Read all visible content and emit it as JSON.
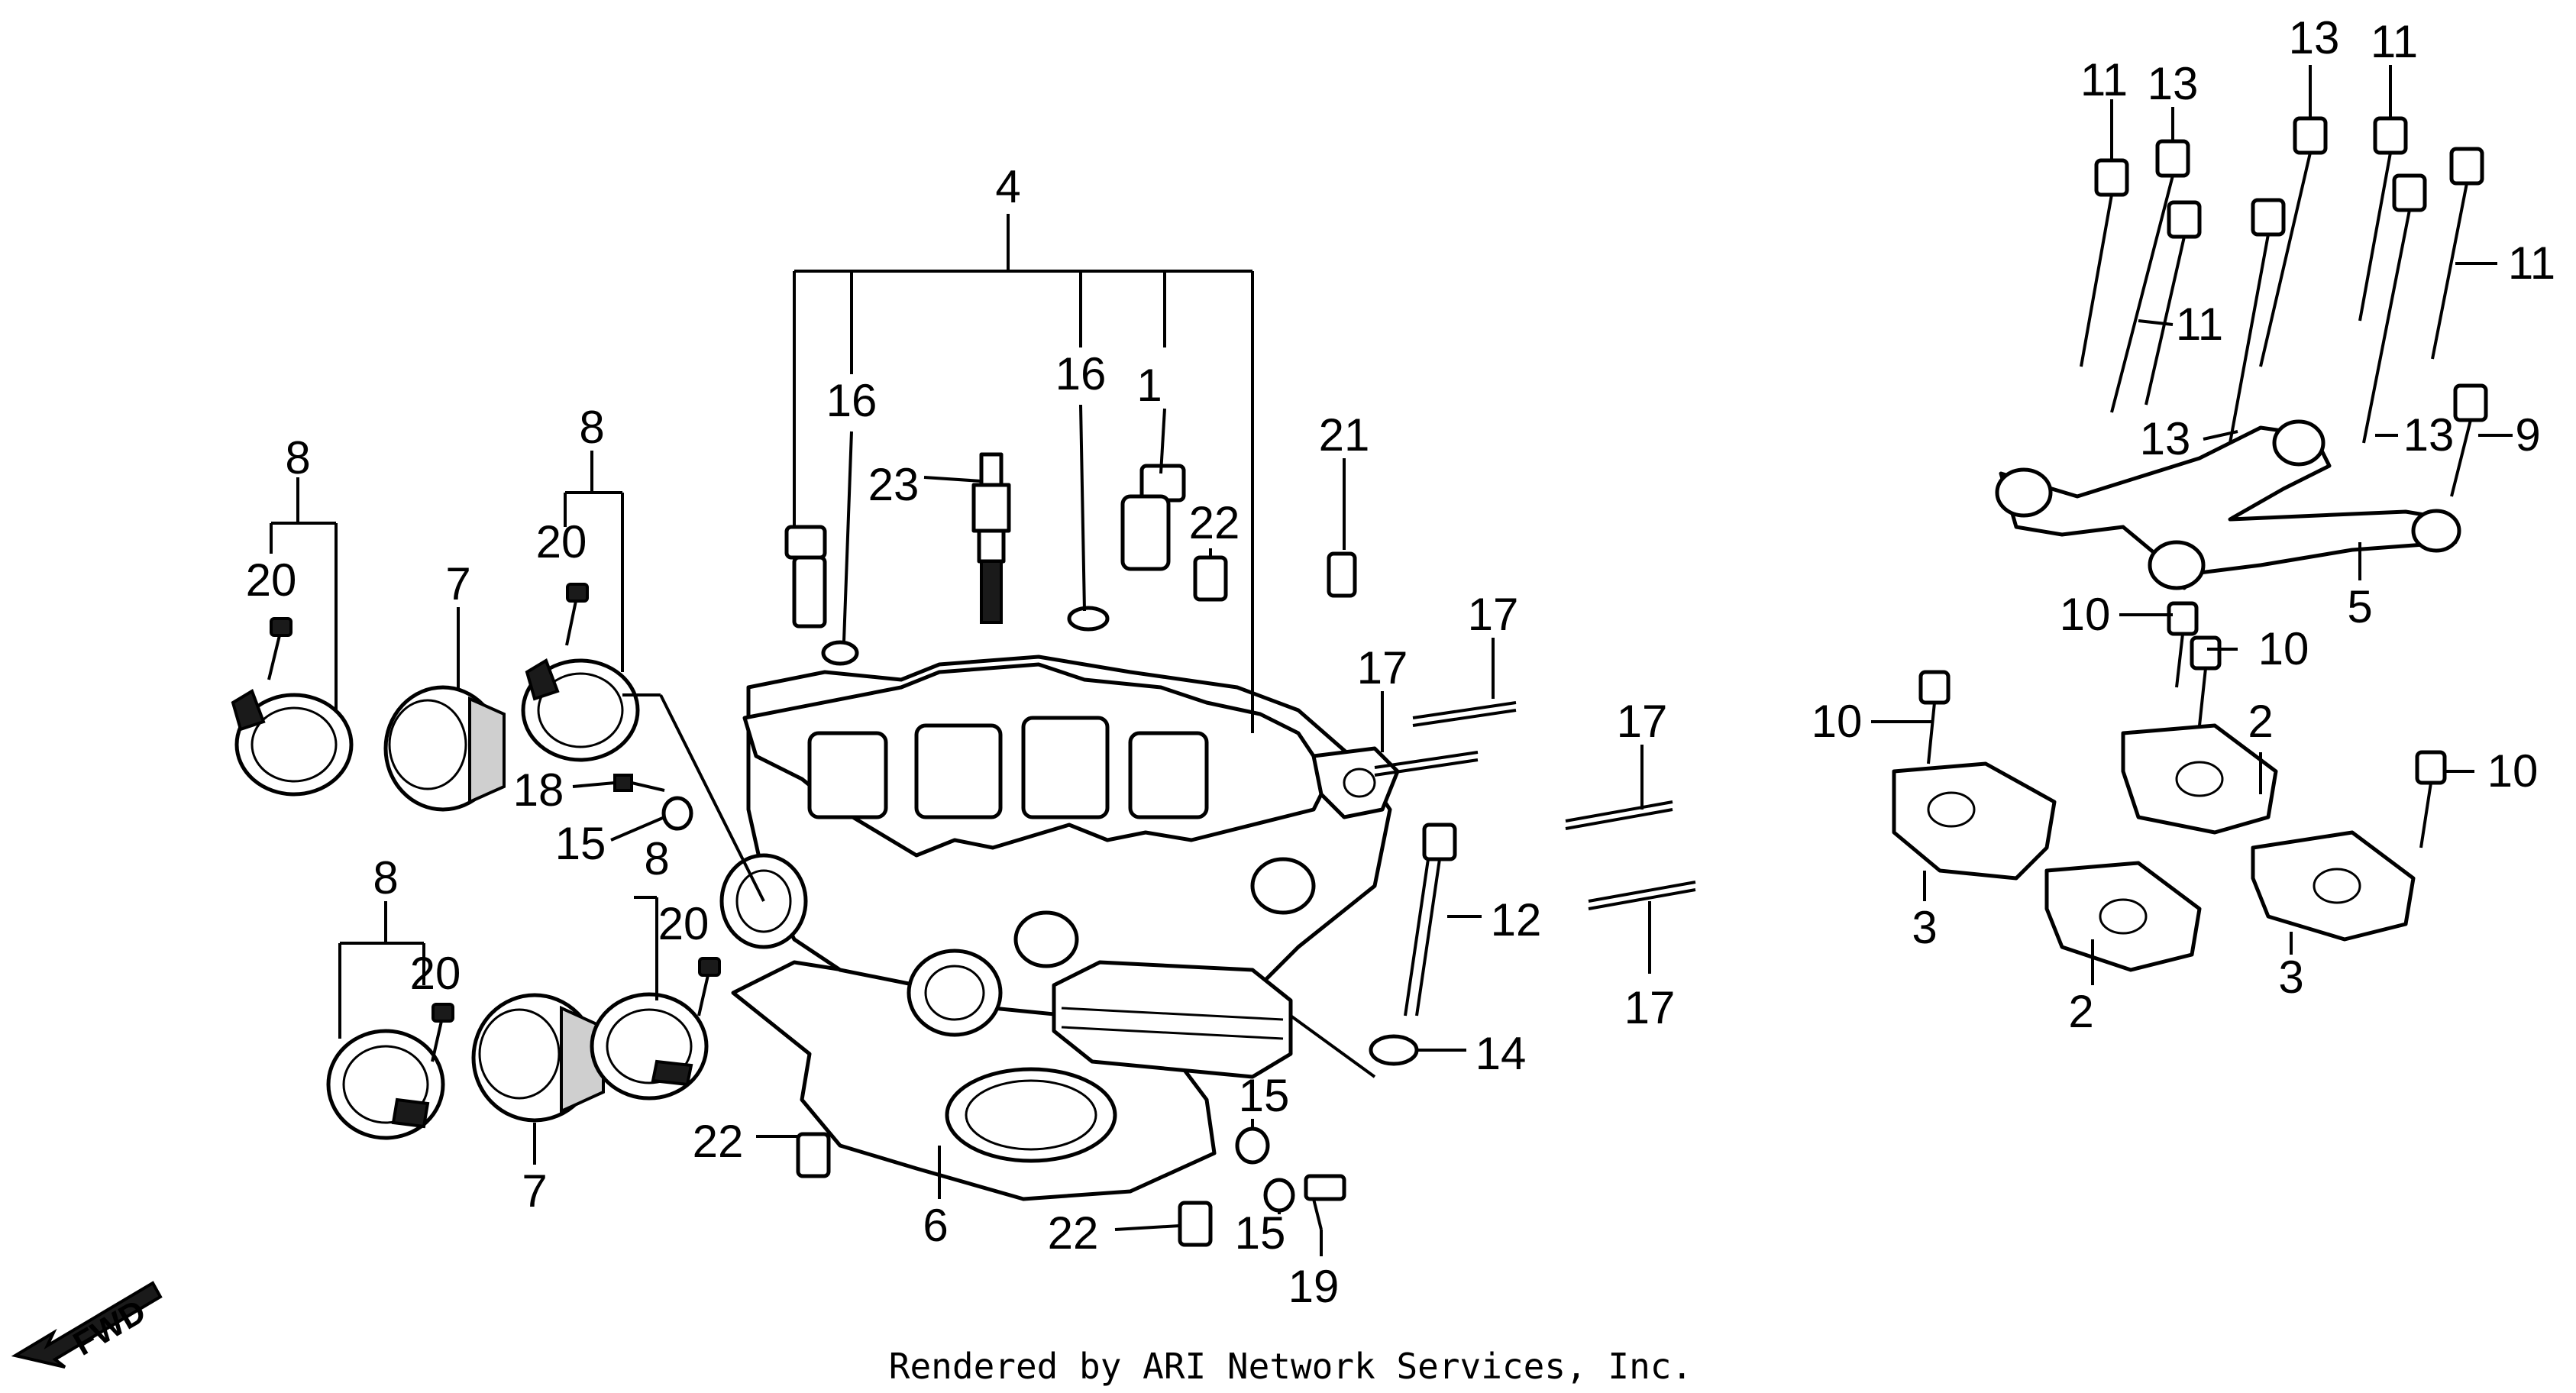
{
  "diagram": {
    "callouts": {
      "c1": "1",
      "c4": "4",
      "c16a": "16",
      "c16b": "16",
      "c23": "23",
      "c22a": "22",
      "c21": "21",
      "c8a": "8",
      "c8b": "8",
      "c8c": "8",
      "c8d": "8",
      "c20a": "20",
      "c20b": "20",
      "c20c": "20",
      "c20d": "20",
      "c7a": "7",
      "c7b": "7",
      "c18": "18",
      "c15a": "15",
      "c15b": "15",
      "c15c": "15",
      "c17a": "17",
      "c17b": "17",
      "c17c": "17",
      "c17d": "17",
      "c12": "12",
      "c14": "14",
      "c22b": "22",
      "c22c": "22",
      "c6": "6",
      "c19": "19",
      "c11a": "11",
      "c11b": "11",
      "c11c": "11",
      "c11d": "11",
      "c13a": "13",
      "c13b": "13",
      "c13c": "13",
      "c13d": "13",
      "c9": "9",
      "c5": "5",
      "c10a": "10",
      "c10b": "10",
      "c10c": "10",
      "c10d": "10",
      "c2a": "2",
      "c2b": "2",
      "c3a": "3",
      "c3b": "3"
    },
    "fwd_label": "FWD",
    "credit": "Rendered by ARI Network Services, Inc."
  }
}
